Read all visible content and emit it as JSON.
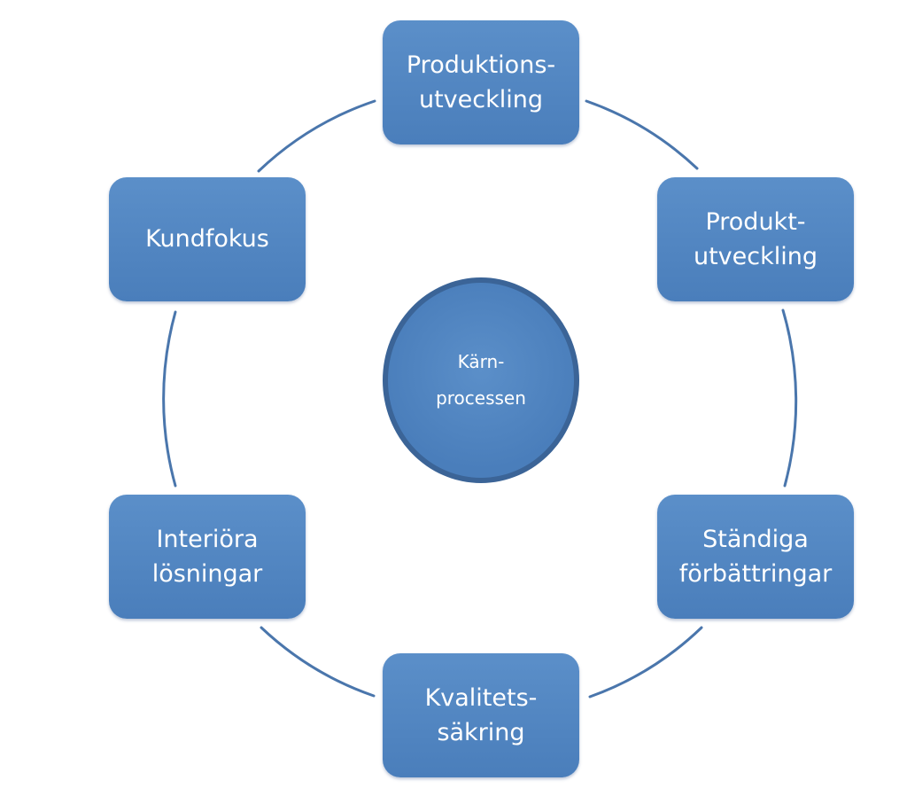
{
  "center": {
    "label": "Kärn-\nprocessen"
  },
  "nodes": [
    {
      "id": "top",
      "label": "Produktions-\nutveckling"
    },
    {
      "id": "top-right",
      "label": "Produkt-\nutveckling"
    },
    {
      "id": "bot-right",
      "label": "Ständiga\nförbättringar"
    },
    {
      "id": "bottom",
      "label": "Kvalitets-\nsäkring"
    },
    {
      "id": "bot-left",
      "label": "Interiöra\nlösningar"
    },
    {
      "id": "top-left",
      "label": "Kundfokus"
    }
  ],
  "colors": {
    "box_fill": "#4f81bd",
    "ring_stroke": "#4a76ac",
    "center_border": "#3b6497",
    "text": "#ffffff"
  }
}
